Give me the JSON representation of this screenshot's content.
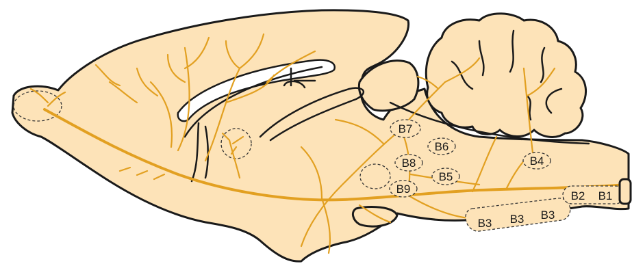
{
  "colors": {
    "tissue": "#fde3b8",
    "outline": "#1a1a1a",
    "fibers": "#e2a021",
    "background": "#ffffff"
  },
  "nuclei": {
    "b1": "B1",
    "b2": "B2",
    "b3a": "B3",
    "b3b": "B3",
    "b3c": "B3",
    "b4": "B4",
    "b5": "B5",
    "b6": "B6",
    "b7": "B7",
    "b8": "B8",
    "b9": "B9"
  }
}
